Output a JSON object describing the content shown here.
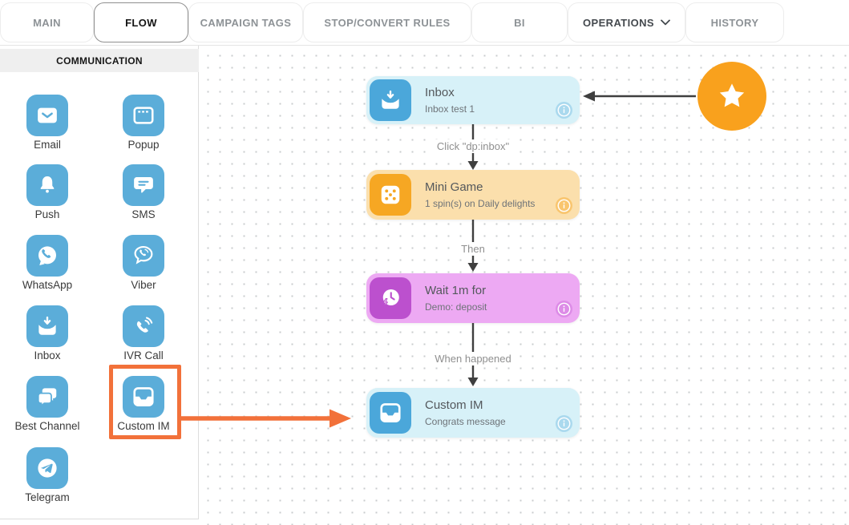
{
  "tab_bar": {
    "active_tab": "FLOW",
    "tabs": [
      {
        "label": "MAIN"
      },
      {
        "label": "FLOW"
      },
      {
        "label": "CAMPAIGN TAGS"
      },
      {
        "label": "STOP/CONVERT RULES"
      },
      {
        "label": "BI"
      },
      {
        "label": "OPERATIONS",
        "has_dropdown": true
      },
      {
        "label": "HISTORY"
      }
    ]
  },
  "sidebar": {
    "header": "COMMUNICATION",
    "items": [
      {
        "label": "Email",
        "icon": "email-icon"
      },
      {
        "label": "Popup",
        "icon": "popup-icon"
      },
      {
        "label": "Push",
        "icon": "push-bell-icon"
      },
      {
        "label": "SMS",
        "icon": "sms-icon"
      },
      {
        "label": "WhatsApp",
        "icon": "whatsapp-icon"
      },
      {
        "label": "Viber",
        "icon": "viber-icon"
      },
      {
        "label": "Inbox",
        "icon": "inbox-icon"
      },
      {
        "label": "IVR Call",
        "icon": "ivr-call-icon"
      },
      {
        "label": "Best Channel",
        "icon": "best-channel-icon"
      },
      {
        "label": "Custom IM",
        "icon": "custom-im-icon",
        "highlighted": true
      },
      {
        "label": "Telegram",
        "icon": "telegram-icon"
      }
    ]
  },
  "flow": {
    "nodes": [
      {
        "title": "Inbox",
        "subtitle": "Inbox test 1",
        "theme": "cyan",
        "icon": "inbox-icon"
      },
      {
        "title": "Mini Game",
        "subtitle": "1 spin(s) on Daily delights",
        "theme": "orange",
        "icon": "dice-icon"
      },
      {
        "title": "Wait 1m for",
        "subtitle": "Demo: deposit",
        "theme": "purple",
        "icon": "wait-clock-icon"
      },
      {
        "title": "Custom IM",
        "subtitle": "Congrats message",
        "theme": "cyan",
        "icon": "custom-im-icon"
      }
    ],
    "edges": [
      {
        "label": "Click \"dp:inbox\""
      },
      {
        "label": "Then"
      },
      {
        "label": "When happened"
      }
    ],
    "badge": {
      "icon": "star-icon"
    }
  },
  "colors": {
    "accent_orange": "#F2713A",
    "star_badge_orange": "#F9A11D",
    "sidebar_icon_blue": "#5BADD9",
    "node_cyan_bg": "#D7F1F8",
    "node_cyan_icon": "#4BA7DA",
    "node_orange_bg": "#FBDFAC",
    "node_orange_icon": "#F6A723",
    "node_purple_bg": "#EDA9F3",
    "node_purple_icon": "#BC50CE",
    "arrow_dark": "#3F3F3F"
  }
}
